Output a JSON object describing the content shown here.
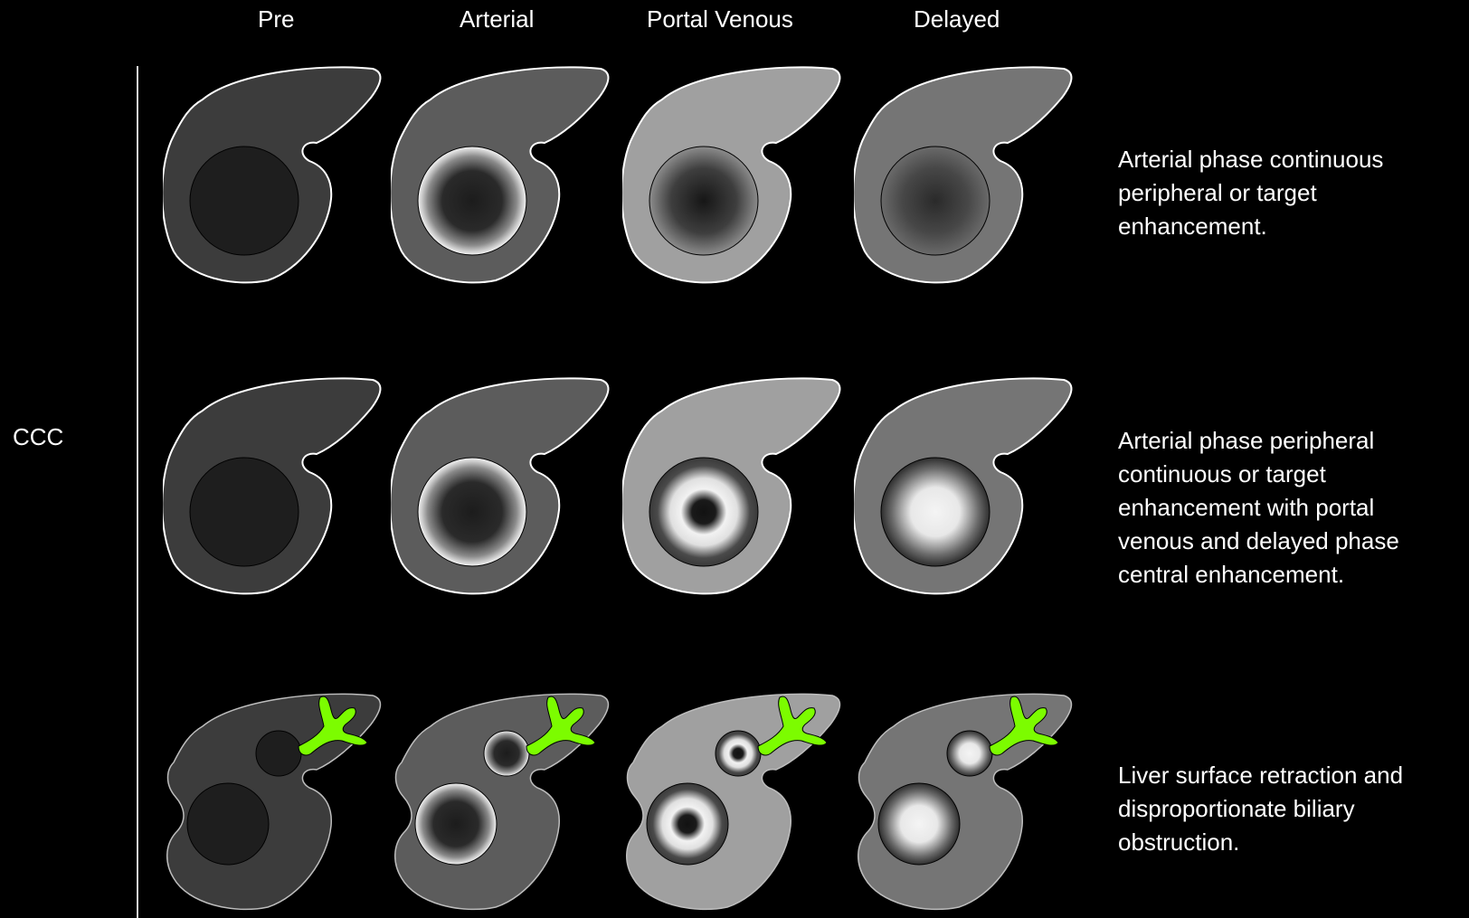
{
  "phases": [
    "Pre",
    "Arterial",
    "Portal Venous",
    "Delayed"
  ],
  "side_label": "CCC",
  "rows": [
    {
      "kind": "liver",
      "description": [
        "Arterial phase continuous",
        "peripheral or target",
        "enhancement."
      ],
      "cells": [
        "pre",
        "arterial-rim",
        "portal-center-dark",
        "delayed-center-dark"
      ]
    },
    {
      "kind": "liver",
      "description": [
        "Arterial phase peripheral",
        "continuous or target",
        "enhancement with portal",
        "venous and delayed phase",
        "central enhancement."
      ],
      "cells": [
        "pre",
        "arterial-rim",
        "portal-target",
        "delayed-bright"
      ]
    },
    {
      "kind": "liver-retracted",
      "description": [
        "Liver surface retraction and",
        "disproportionate biliary",
        "obstruction."
      ],
      "cells": [
        "pre",
        "arterial-rim",
        "portal-target",
        "delayed-bright"
      ]
    }
  ],
  "colors": {
    "background": "#000000",
    "outline": "#ffffff",
    "biliary": "#7cfc00",
    "liver_pre": "#3c3c3c",
    "liver_arterial": "#5c5c5c",
    "liver_portal": "#a0a0a0",
    "liver_delayed": "#757575",
    "lesion_dark": "#1e1e1e"
  },
  "icons": [
    "liver-diagram",
    "tumor-lesion",
    "biliary-duct-icon"
  ]
}
